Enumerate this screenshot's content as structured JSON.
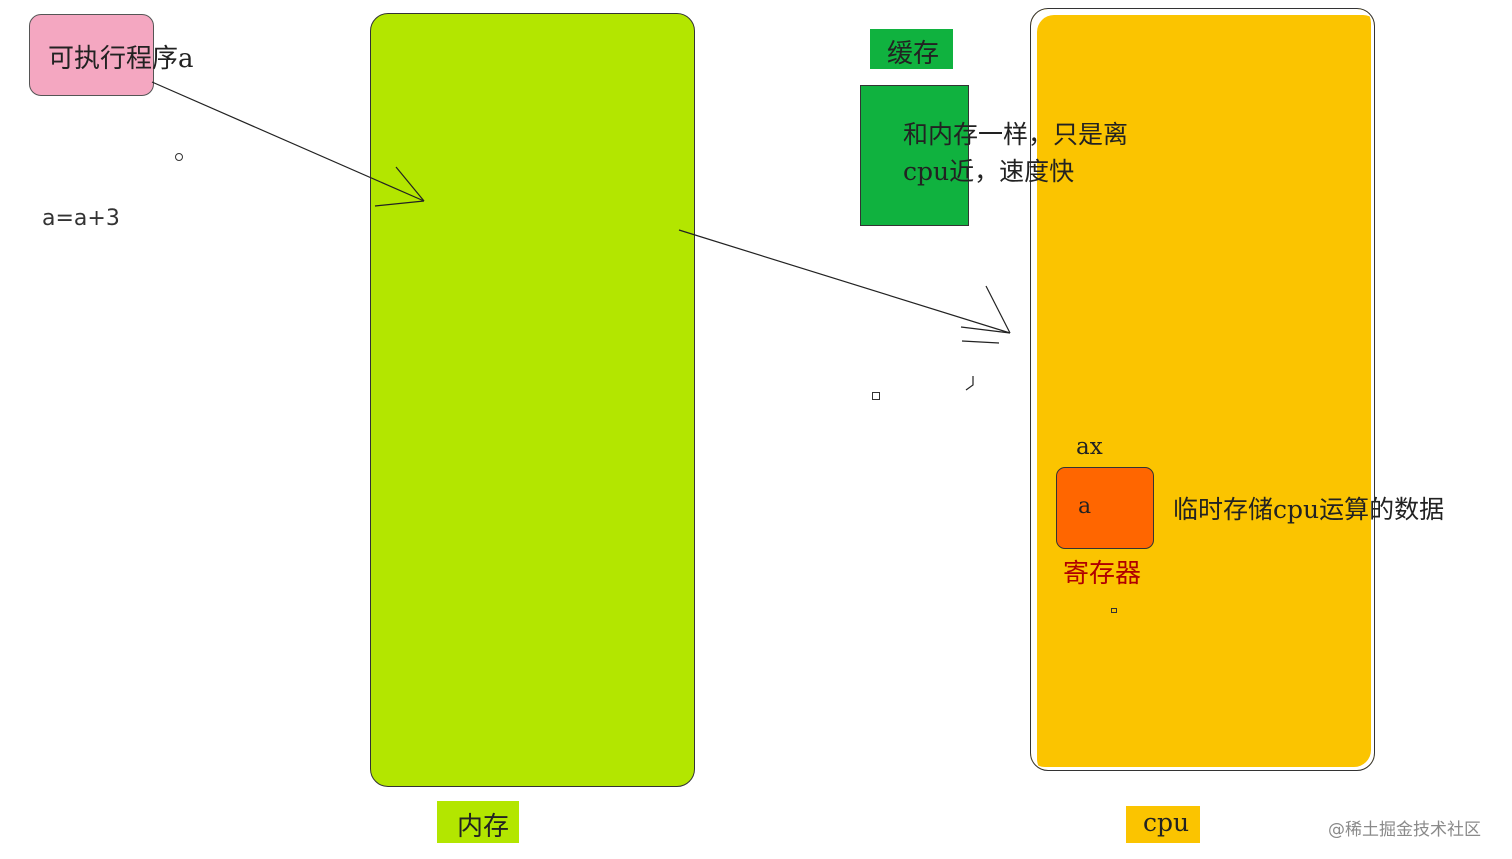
{
  "program": {
    "label": "可执行程序a",
    "expression": "a=a+3"
  },
  "memory": {
    "label": "内存"
  },
  "cache": {
    "label": "缓存",
    "description_line1": "和内存一样，只是离",
    "description_line2": "cpu近，速度快"
  },
  "cpu": {
    "label": "cpu",
    "register": {
      "name": "ax",
      "value": "a",
      "label": "寄存器",
      "description": "临时存储cpu运算的数据"
    }
  },
  "watermark": "@稀土掘金技术社区",
  "colors": {
    "program_box": "#f4a7c1",
    "memory": "#b3e600",
    "cache": "#10b23f",
    "cpu": "#fbc400",
    "register": "#ff6600",
    "register_label": "#b00000"
  }
}
